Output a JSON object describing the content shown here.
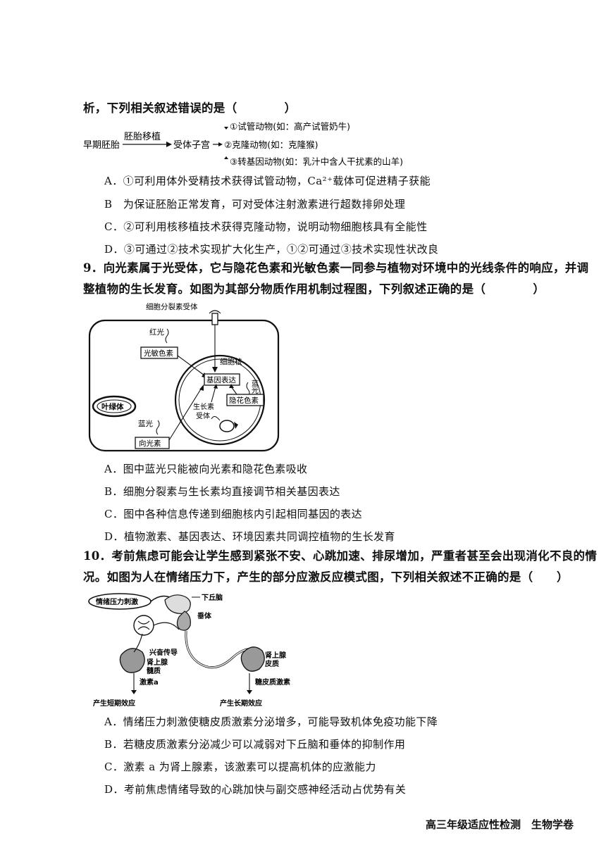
{
  "q8": {
    "stem": "析，下列相关叙述错误的是（　　　　）",
    "flow": {
      "start": "早期胚胎",
      "method": "胚胎移植",
      "middle": "受体子宫",
      "outcome1": "①试管动物(如：高产试管奶牛)",
      "outcome2": "②克隆动物(如：克隆猴)",
      "outcome3": "③转基因动物(如：乳汁中含人干扰素的山羊)"
    },
    "options": [
      "A．①可利用体外受精技术获得试管动物，Ca²⁺载体可促进精子获能",
      "B　为保证胚胎正常发育，可对受体注射激素进行超数排卵处理",
      "C．②可利用核移植技术获得克隆动物，说明动物细胞核具有全能性",
      "D．③可通过②技术实现扩大化生产，①②可通过③技术实现性状改良"
    ]
  },
  "q9": {
    "stem_line1": "9．向光素属于光受体，它与隐花色素和光敏色素一同参与植物对环境中的光线条件的响应，并调",
    "stem_line2": "整植物的生长发育。如图为其部分物质作用机制过程图，下列叙述正确的是（　　　　）",
    "figure": {
      "receptor": "细胞分裂素受体",
      "red_light": "红光",
      "phytochrome": "光敏色素",
      "nucleus": "细胞核",
      "gene_expression": "基因表达",
      "blue_light_right": "蓝光",
      "cryptochrome": "隐花色素",
      "chloroplast": "叶绿体",
      "auxin_receptor_1": "生长素",
      "auxin_receptor_2": "受体",
      "blue_light_left": "蓝光",
      "phototropin": "向光素"
    },
    "options": [
      "A．图中蓝光只能被向光素和隐花色素吸收",
      "B．细胞分裂素与生长素均直接调节相关基因表达",
      "C．图中各种信息传递到细胞核内引起相同基因的表达",
      "D．植物激素、基因表达、环境因素共同调控植物的生长发育"
    ]
  },
  "q10": {
    "stem_line1": "10．考前焦虑可能会让学生感到紧张不安、心跳加速、排尿增加，严重者甚至会出现消化不良的情",
    "stem_line2": "况。如图为人在情绪压力下，产生的部分应激反应模式图，下列相关叙述不正确的是（　　）",
    "figure": {
      "stimulus": "情绪压力刺激",
      "hypothalamus": "下丘脑",
      "pituitary": "垂体",
      "excitation": "兴奋传导",
      "medulla_1": "肾上腺",
      "medulla_2": "髓质",
      "cortex_1": "肾上腺",
      "cortex_2": "皮质",
      "hormone_a": "激素a",
      "glucocorticoid": "糖皮质激素",
      "short_term": "产生短期效应",
      "long_term": "产生长期效应"
    },
    "options": [
      "A．情绪压力刺激使糖皮质激素分泌增多，可能导致机体免疫功能下降",
      "B．若糖皮质激素分泌减少可以减弱对下丘脑和垂体的抑制作用",
      "C．激素 a 为肾上腺素，该激素可以提高机体的应激能力",
      "D．考前焦虑情绪导致的心跳加快与副交感神经活动占优势有关"
    ]
  },
  "footer": "高三年级适应性检测　生物学卷"
}
